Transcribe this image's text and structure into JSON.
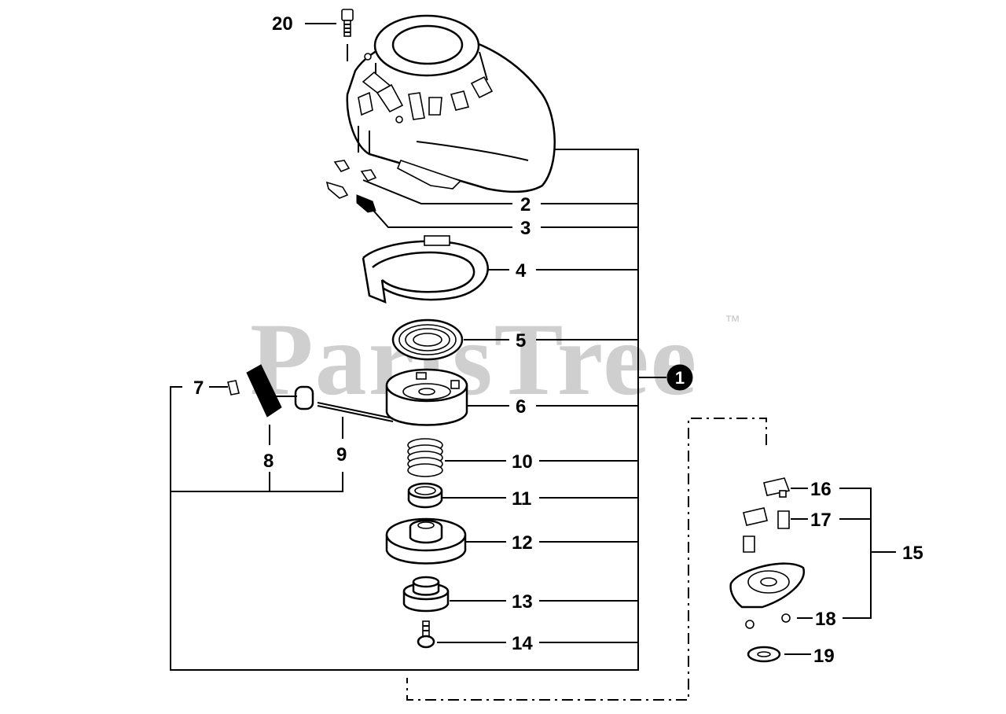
{
  "watermark": {
    "text": "PartsTree",
    "trademark": "™"
  },
  "assembly_badge": "1",
  "callouts": [
    {
      "id": "c20",
      "label": "20"
    },
    {
      "id": "c2",
      "label": "2"
    },
    {
      "id": "c3",
      "label": "3"
    },
    {
      "id": "c4",
      "label": "4"
    },
    {
      "id": "c5",
      "label": "5"
    },
    {
      "id": "c6",
      "label": "6"
    },
    {
      "id": "c7",
      "label": "7"
    },
    {
      "id": "c8",
      "label": "8"
    },
    {
      "id": "c9",
      "label": "9"
    },
    {
      "id": "c10",
      "label": "10"
    },
    {
      "id": "c11",
      "label": "11"
    },
    {
      "id": "c12",
      "label": "12"
    },
    {
      "id": "c13",
      "label": "13"
    },
    {
      "id": "c14",
      "label": "14"
    },
    {
      "id": "c15",
      "label": "15"
    },
    {
      "id": "c16",
      "label": "16"
    },
    {
      "id": "c17",
      "label": "17"
    },
    {
      "id": "c18",
      "label": "18"
    },
    {
      "id": "c19",
      "label": "19"
    }
  ],
  "colors": {
    "line": "#000000",
    "watermark": "#cfcfcf",
    "background": "#ffffff"
  }
}
